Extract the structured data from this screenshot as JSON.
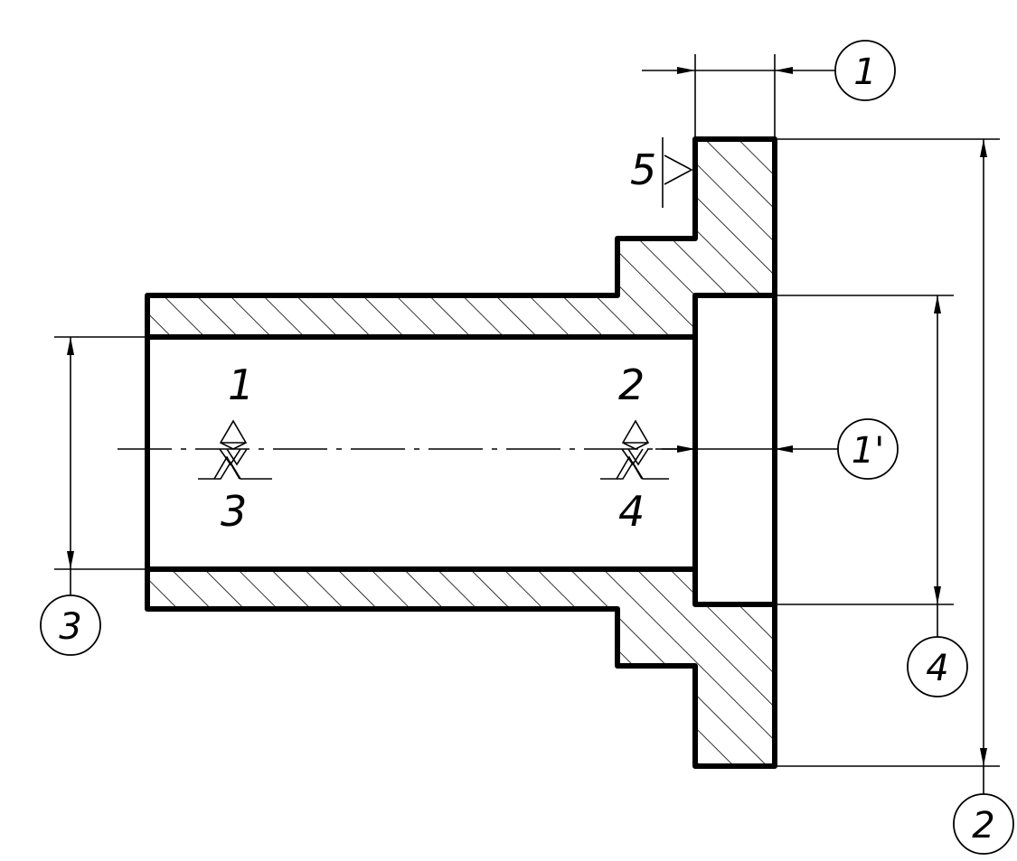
{
  "dimension_callouts": {
    "c1": "1",
    "c1p": "1'",
    "c2": "2",
    "c3": "3",
    "c4": "4"
  },
  "datum_labels": {
    "d1": "1",
    "d2": "2",
    "d3": "3",
    "d4": "4",
    "d5": "5"
  }
}
